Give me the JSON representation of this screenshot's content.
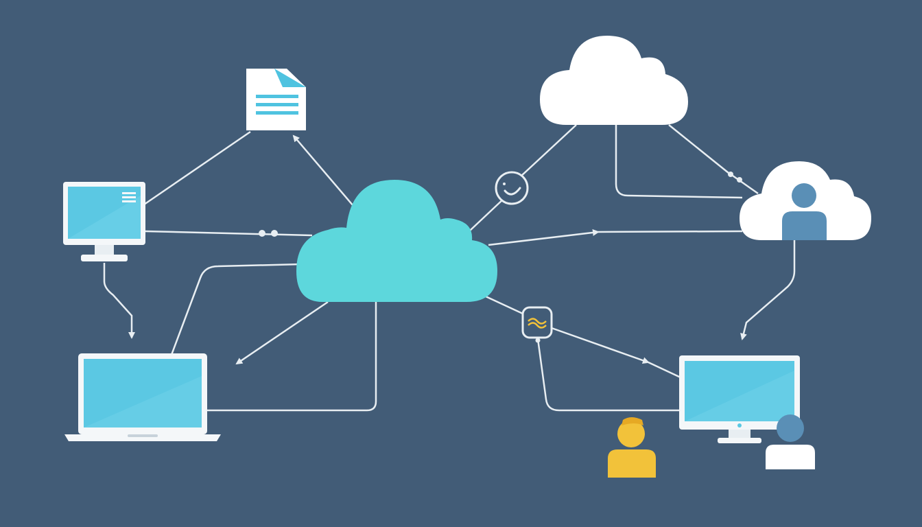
{
  "colors": {
    "background": "#425c77",
    "line": "#e8eef2",
    "central_cloud": "#5dd7dc",
    "white_cloud": "#ffffff",
    "screen": "#5bc8e3",
    "device_frame": "#f4f7f9",
    "person_blue": "#5a8fb6",
    "person_yellow": "#f2c23a",
    "document_accent": "#4fc3e0"
  },
  "nodes": [
    {
      "id": "central-cloud",
      "icon": "cloud-icon"
    },
    {
      "id": "top-right-cloud",
      "icon": "cloud-icon"
    },
    {
      "id": "user-cloud",
      "icon": "cloud-user-icon"
    },
    {
      "id": "document",
      "icon": "document-icon"
    },
    {
      "id": "desktop-monitor",
      "icon": "monitor-icon"
    },
    {
      "id": "laptop",
      "icon": "laptop-icon"
    },
    {
      "id": "right-monitor",
      "icon": "monitor-icon"
    },
    {
      "id": "person-yellow",
      "icon": "person-icon"
    },
    {
      "id": "person-blue",
      "icon": "person-icon"
    },
    {
      "id": "smiley",
      "icon": "smiley-icon"
    },
    {
      "id": "connector",
      "icon": "link-icon"
    }
  ]
}
